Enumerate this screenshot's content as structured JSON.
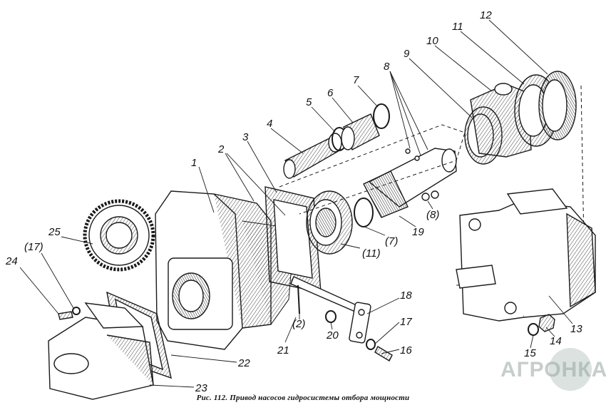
{
  "caption": "Рис. 112. Привод насосов гидросистемы отбора мощности",
  "watermark": "АГРОНКА",
  "labels": [
    "1",
    "2",
    "3",
    "4",
    "5",
    "6",
    "7",
    "8",
    "9",
    "10",
    "11",
    "12",
    "13",
    "14",
    "15",
    "16",
    "17",
    "18",
    "19",
    "20",
    "21",
    "22",
    "23",
    "24",
    "25",
    "(2)",
    "(7)",
    "(8)",
    "(11)",
    "(17)"
  ],
  "colors": {
    "ink": "#1a1a1a",
    "paper": "#ffffff",
    "hatch": "#555555"
  }
}
